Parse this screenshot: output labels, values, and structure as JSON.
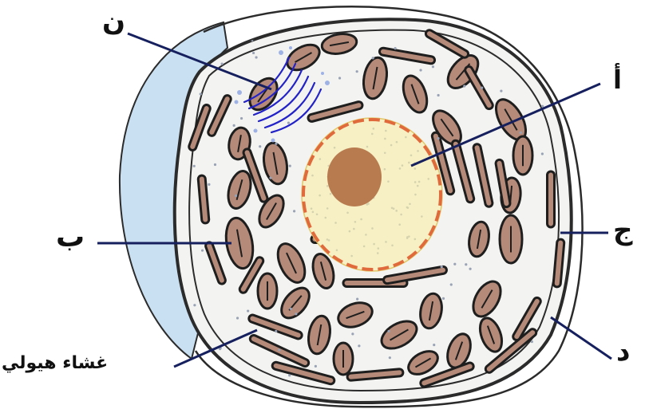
{
  "labels": {
    "n": "ن",
    "a": "أ",
    "b": "ب",
    "j": "ج",
    "d": "د",
    "membrane": "غشاء هيولي"
  },
  "colors": {
    "outline": "#2b2b2b",
    "cytoplasm": "#f3f4f1",
    "er_fill": "#b58a78",
    "nucleus": "#f7f0c4",
    "nuclear_envelope": "#e06a3c",
    "nucleolus": "#b87b4f",
    "vacuole": "#c9e0f2",
    "golgi": "#2222c8",
    "leader_lines": "#16205e"
  }
}
